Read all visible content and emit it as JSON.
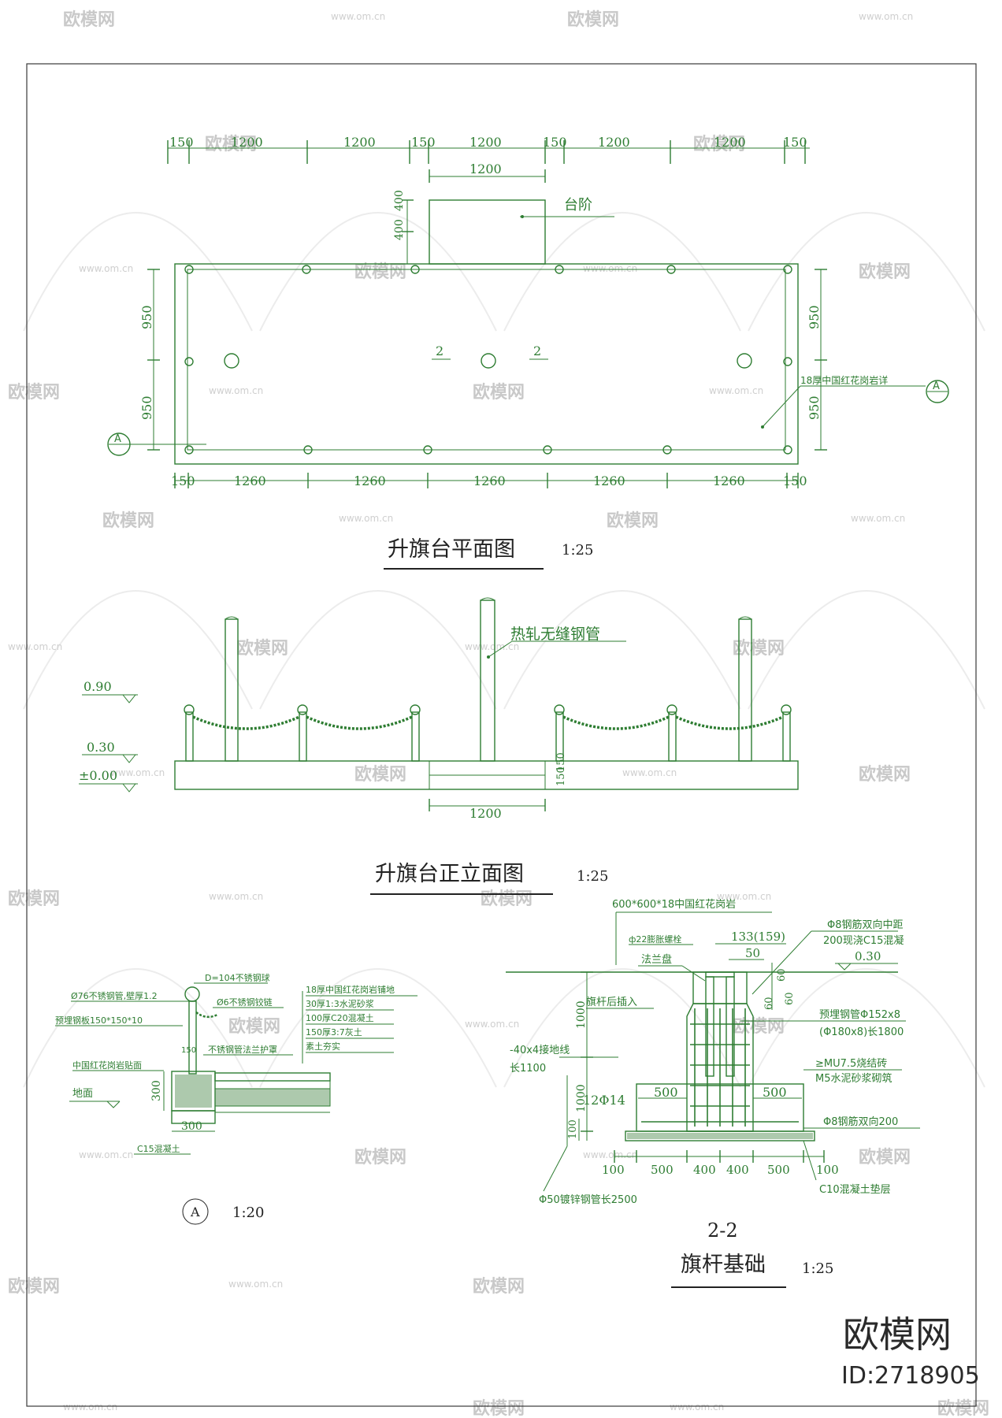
{
  "watermark": {
    "brand": "欧模网",
    "site": "www.om.cn"
  },
  "plan": {
    "title": "升旗台平面图",
    "scale": "1:25",
    "top_dims": [
      "150",
      "1200",
      "1200",
      "150",
      "1200",
      "150",
      "1200",
      "1200",
      "150"
    ],
    "step_width": "1200",
    "step_depth": [
      "400",
      "400"
    ],
    "step_label": "台阶",
    "left_dims": [
      "950",
      "950"
    ],
    "right_dims": [
      "950",
      "950"
    ],
    "bottom_dims": [
      "150",
      "1260",
      "1260",
      "1260",
      "1260",
      "1260",
      "150"
    ],
    "section_marks": [
      "2",
      "2"
    ],
    "granite_note": "18厚中国红花岗岩详",
    "detail_mark": "A"
  },
  "elevation": {
    "title": "升旗台正立面图",
    "scale": "1:25",
    "levels": [
      "0.90",
      "0.30",
      "±0.00"
    ],
    "pipe_label": "热轧无缝钢管",
    "step_width": "1200",
    "step_heights": [
      "150",
      "150"
    ]
  },
  "detailA": {
    "mark": "A",
    "scale": "1:20",
    "notes_left": [
      "Ø76不锈钢管,壁厚1.2",
      "预埋钢板150*150*10",
      "中国红花岗岩贴面",
      "地面",
      "C15混凝土"
    ],
    "notes_top": [
      "D=104不锈钢球",
      "Ø6不锈钢铰链",
      "不锈钢管法兰护罩"
    ],
    "layers": [
      "18厚中国红花岗岩铺地",
      "30厚1:3水泥砂浆",
      "100厚C20混凝土",
      "150厚3:7灰土",
      "素土夯实"
    ],
    "dims": [
      "150",
      "300",
      "300"
    ]
  },
  "section22": {
    "mark": "2-2",
    "title": "旗杆基础",
    "scale": "1:25",
    "notes": [
      "600*600*18中国红花岗岩",
      "ф22膨胀螺栓",
      "法兰盘",
      "旗杆后插入",
      "Φ8钢筋双向中距",
      "200现浇C15混凝",
      "预埋钢管Φ152x8",
      "(Φ180x8)长1800",
      "≥MU7.5烧结砖",
      "M5水泥砂浆砌筑",
      "-40x4接地线",
      "长1100",
      "Φ8钢筋双向200",
      "Φ50镀锌钢管长2500",
      "C10混凝土垫层"
    ],
    "top_dims": [
      "133(159)",
      "50"
    ],
    "side_dims": [
      "60",
      "60",
      "60"
    ],
    "level": "0.30",
    "rebar": "12Φ14",
    "inner_dims": [
      "500",
      "500"
    ],
    "vertical_dims": [
      "1000",
      "1000",
      "100"
    ],
    "bottom_dims": [
      "100",
      "500",
      "400",
      "400",
      "500",
      "100"
    ]
  },
  "brand_corner": {
    "name": "欧模网",
    "id": "ID:2718905"
  }
}
